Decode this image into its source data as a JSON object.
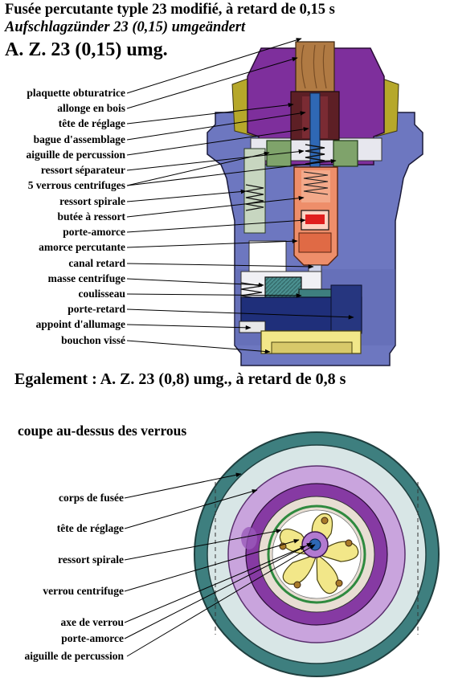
{
  "title_fr": "Fusée percutante typle 23 modifié, à retard de 0,15 s",
  "title_de": "Aufschlagzünder 23 (0,15) umgeändert",
  "title_code": "A. Z. 23 (0,15) umg.",
  "subtitle": "Egalement : A. Z. 23 (0,8) umg., à retard de 0,8 s",
  "section_title": "coupe au-dessus des verrous",
  "labels_top": [
    "plaquette obturatrice",
    "allonge en bois",
    "tête de réglage",
    "bague d'assemblage",
    "aiguille de percussion",
    "ressort séparateur",
    "5 verrous centrifuges",
    "ressort spirale",
    "butée à ressort",
    "porte-amorce",
    "amorce percutante",
    "canal retard",
    "masse centrifuge",
    "coulisseau",
    "porte-retard",
    "appoint d'allumage",
    "bouchon vissé"
  ],
  "labels_bottom": [
    "corps de fusée",
    "tête de réglage",
    "ressort spirale",
    "verrou centrifuge",
    "axe de verrou",
    "porte-amorce",
    "aiguille de percussion"
  ],
  "colors": {
    "body": "#6d77c0",
    "purple": "#7e2f9c",
    "olive": "#b6a82a",
    "wood": "#b07a43",
    "salmon": "#ee8e6a",
    "green": "#7fa36b",
    "navy": "#1f2f7a",
    "teal": "#3e7f7f",
    "lilac": "#c9a4dd",
    "yellow": "#f2e789"
  }
}
